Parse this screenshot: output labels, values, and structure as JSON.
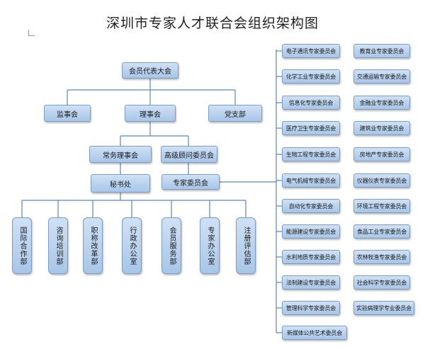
{
  "title": "深圳市专家人才联合会组织架构图",
  "nodes": {
    "assembly": "会员代表大会",
    "supervisors": "监事会",
    "council": "理事会",
    "party": "党支部",
    "standing_council": "常务理事会",
    "advisory": "高级顾问委员会",
    "secretariat": "秘书处",
    "expert_committee": "专家委员会"
  },
  "departments": [
    "国际合作部",
    "咨询培训部",
    "职称改革部",
    "行政办公室",
    "会员服务部",
    "专家办公室",
    "注册评估部"
  ],
  "committees_left": [
    "电子通讯专家委员会",
    "化学工业专家委员会",
    "信息化专家委员会",
    "医疗卫生专家委员会",
    "生物工程专家委员会",
    "电气机械专家委员会",
    "自动化专家委员会",
    "能源建设专家委员会",
    "水利地质专家委员会",
    "法制建设专家委员会",
    "管理科学专家委员会",
    "新媒体公共艺术委员会"
  ],
  "committees_right": [
    "教育业专家委员会",
    "交通运输专家委员会",
    "金融业专家委员会",
    "建筑业专家委员会",
    "房地产专家委员会",
    "仪器仪表专家委员会",
    "环境工程专家委员会",
    "食品工业专家委员会",
    "农林牧渔专家委员会",
    "社会科学专家委员会",
    "实验病理学专业委员会"
  ]
}
